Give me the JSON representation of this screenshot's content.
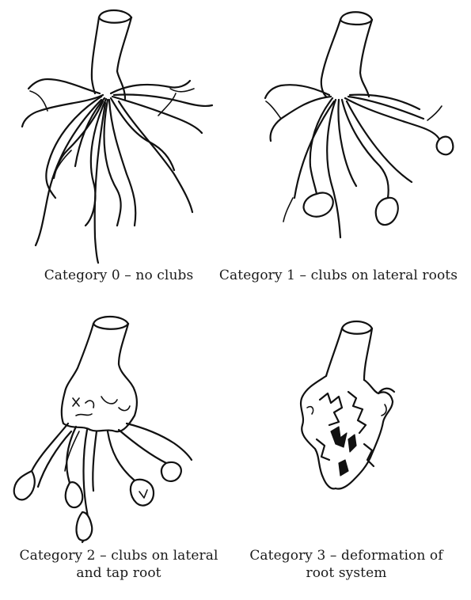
{
  "panels": [
    {
      "id": "cat0",
      "caption_lines": [
        "Category 0 – no clubs"
      ],
      "icon": "root-no-clubs"
    },
    {
      "id": "cat1",
      "caption_lines": [
        "Category 1 – clubs on lateral roots"
      ],
      "icon": "root-lateral-clubs"
    },
    {
      "id": "cat2",
      "caption_lines": [
        "Category 2 – clubs on lateral",
        "and tap root"
      ],
      "icon": "root-lateral-and-tap-clubs"
    },
    {
      "id": "cat3",
      "caption_lines": [
        "Category 3 – deformation of",
        "root system"
      ],
      "icon": "root-deformed"
    }
  ]
}
